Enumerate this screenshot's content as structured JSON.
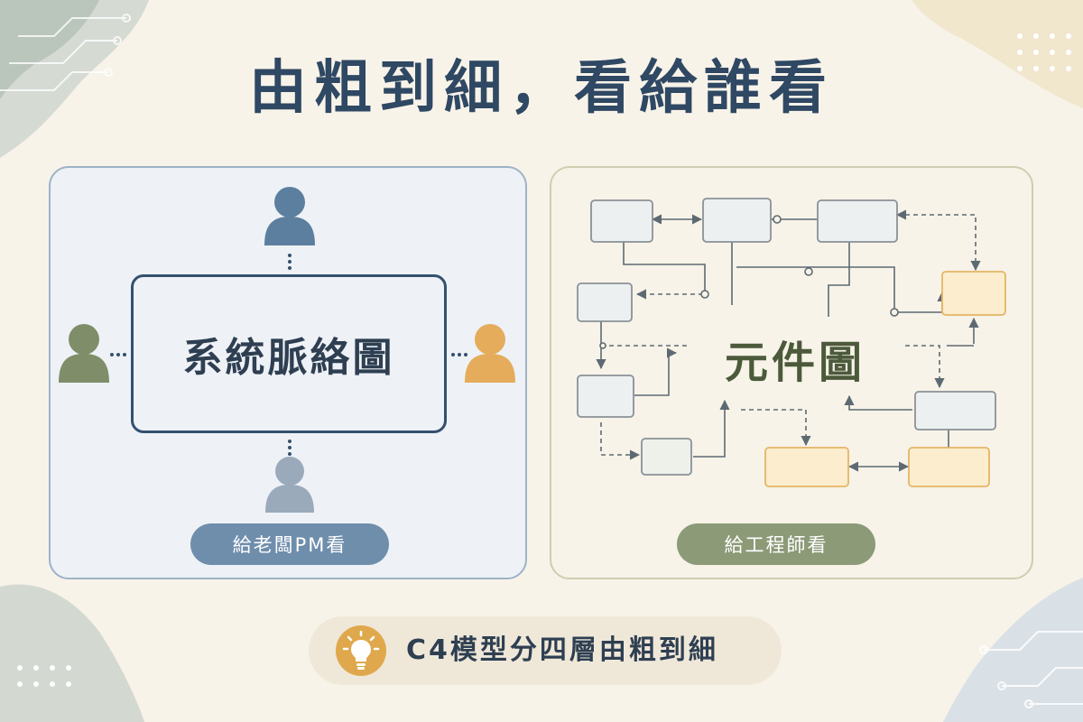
{
  "title": "由粗到細，看給誰看",
  "left_panel": {
    "diagram_label": "系統脈絡圖",
    "audience_pill": "給老闆PM看",
    "colors": {
      "box_border": "#34506e",
      "person_top": "#5d7f9f",
      "person_left": "#7f8e69",
      "person_right": "#e4ac5b",
      "person_bottom": "#9aaabb"
    }
  },
  "right_panel": {
    "diagram_label": "元件圖",
    "audience_pill": "給工程師看",
    "colors": {
      "node_gray": "#edf0f0",
      "node_orange": "#fbedcd",
      "node_border_gray": "#8a9197",
      "node_border_orange": "#e5b566",
      "line": "#5d6a72"
    }
  },
  "tip": {
    "icon": "lightbulb-icon",
    "text": "C4模型分四層由粗到細"
  }
}
